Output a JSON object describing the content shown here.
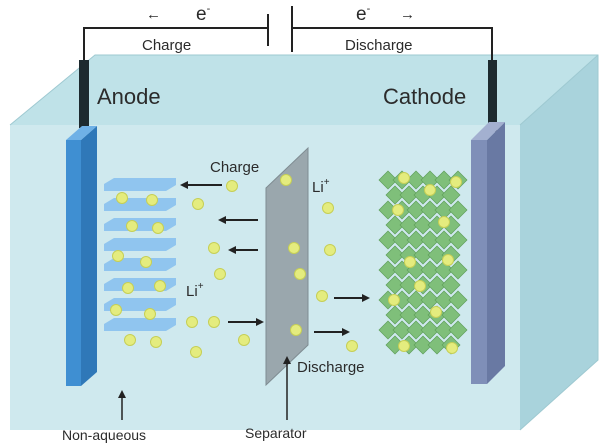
{
  "circuit": {
    "charge_label": "Charge",
    "discharge_label": "Discharge",
    "electron_left": "e",
    "electron_right": "e",
    "electron_sup": "-",
    "arrow_left": "←",
    "arrow_right": "→"
  },
  "electrodes": {
    "anode": "Anode",
    "cathode": "Cathode"
  },
  "ions": {
    "charge_label": "Charge",
    "discharge_label": "Discharge",
    "li_top": "Li",
    "li_left": "Li",
    "li_sup": "+"
  },
  "callouts": {
    "electrolyte": "Non-aqueous",
    "separator": "Separator"
  },
  "colors": {
    "tank_front": "#cfe9ee",
    "tank_top": "#bfe2e8",
    "tank_side": "#a9d3dc",
    "anode": "#3f8fd2",
    "cathode": "#7f8fb8",
    "graphite": "#8cc3ee",
    "ion": "#e4ec7e",
    "crystal": "#7fbf7a",
    "separator": "#9aa7ad"
  }
}
